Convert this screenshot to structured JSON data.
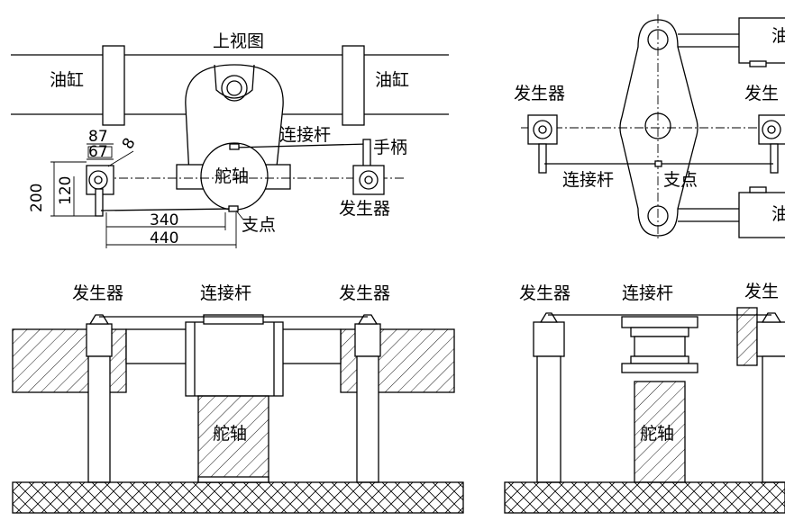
{
  "top_view": {
    "title": "上视图",
    "cylinder_left": "油缸",
    "cylinder_right": "油缸",
    "connecting_rod": "连接杆",
    "handle": "手柄",
    "rudder_shaft": "舵轴",
    "generator": "发生器",
    "pivot": "支点",
    "dims": {
      "d87": "87",
      "d67": "67",
      "d8": "8",
      "d200": "200",
      "d120": "120",
      "d340": "340",
      "d440": "440"
    }
  },
  "right_top_view": {
    "cylinder_top": "油",
    "cylinder_bottom": "油",
    "generator_left": "发生器",
    "generator_right": "发生",
    "connecting_rod": "连接杆",
    "pivot": "支点"
  },
  "front_view_left": {
    "generator_left": "发生器",
    "connecting_rod": "连接杆",
    "generator_right": "发生器",
    "rudder_shaft": "舵轴"
  },
  "front_view_right": {
    "generator_left": "发生器",
    "connecting_rod": "连接杆",
    "generator_right": "发生",
    "rudder_shaft": "舵轴"
  }
}
